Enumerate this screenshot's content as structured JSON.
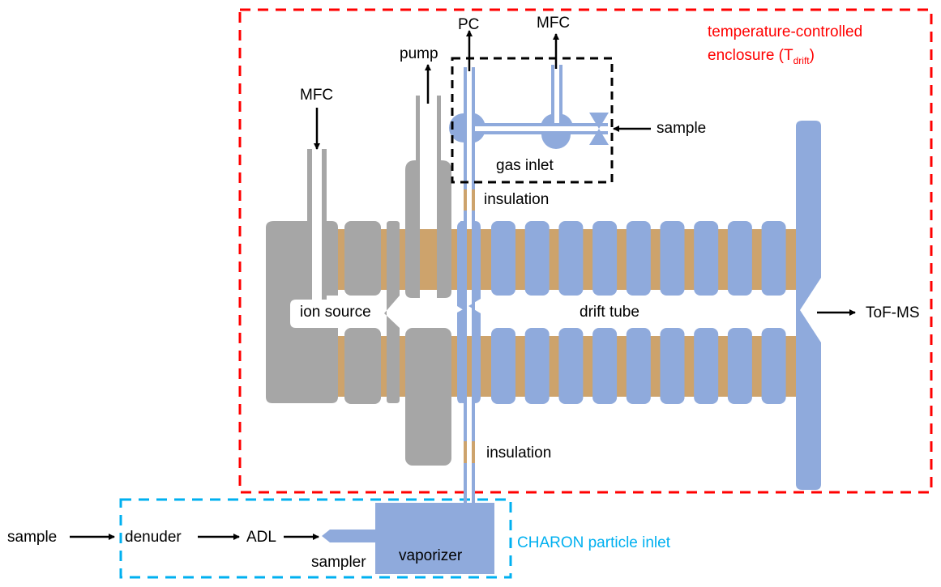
{
  "colors": {
    "metal_gray": "#a6a6a6",
    "electrode_blue": "#8faadc",
    "insulation_tan": "#cda36c",
    "enclosure_red": "#ff0000",
    "charon_cyan": "#00b0f0",
    "gas_inlet_black": "#000000",
    "arrow": "#000000"
  },
  "labels": {
    "enclosure_line1": "temperature-controlled",
    "enclosure_line2_prefix": "enclosure (T",
    "enclosure_subscript": "drift",
    "enclosure_line2_suffix": ")",
    "pc": "PC",
    "mfc_top": "MFC",
    "pump": "pump",
    "mfc_left": "MFC",
    "sample_gas": "sample",
    "gas_inlet": "gas inlet",
    "insulation_top": "insulation",
    "insulation_bottom": "insulation",
    "ion_source": "ion source",
    "drift_tube": "drift tube",
    "tof_ms": "ToF-MS",
    "sample_particle": "sample",
    "denuder": "denuder",
    "adl": "ADL",
    "sampler": "sampler",
    "vaporizer": "vaporizer",
    "charon": "CHARON particle inlet"
  },
  "drift_tube": {
    "electrode_ring_count": 10
  }
}
